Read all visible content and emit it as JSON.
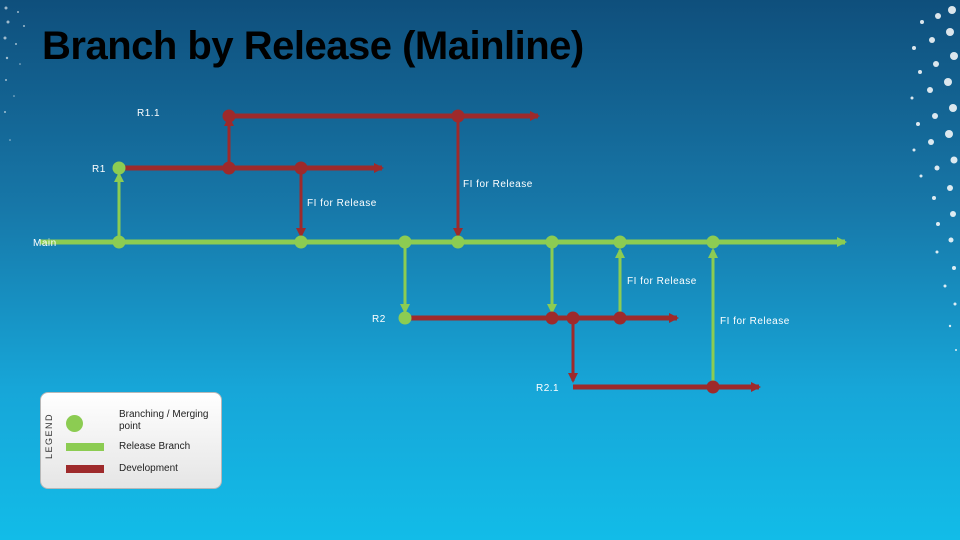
{
  "title": "Branch by Release (Mainline)",
  "colors": {
    "release": "#8ccc52",
    "development": "#9e2a2b",
    "label": "#ffffff"
  },
  "labels": {
    "r11": "R1.1",
    "r1": "R1",
    "main": "Main",
    "r2": "R2",
    "r21": "R2.1",
    "fi1": "FI for Release",
    "fi2": "FI for Release",
    "fi3": "FI for Release",
    "fi4": "FI for Release"
  },
  "legend": {
    "title": "LEGEND",
    "items": [
      {
        "label": "Branching / Merging point",
        "icon": "green-circle"
      },
      {
        "label": "Release Branch",
        "icon": "green-bar"
      },
      {
        "label": "Development",
        "icon": "red-bar"
      }
    ]
  }
}
